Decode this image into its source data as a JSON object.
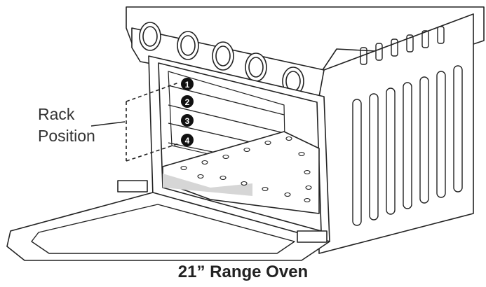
{
  "labels": {
    "rack_position_line1": "Rack",
    "rack_position_line2": "Position"
  },
  "rack_numbers": [
    "1",
    "2",
    "3",
    "4"
  ],
  "caption": "21” Range Oven",
  "colors": {
    "line": "#222222",
    "fill": "#ffffff",
    "shade": "#d6d6d6"
  }
}
